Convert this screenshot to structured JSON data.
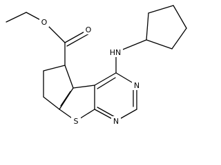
{
  "molecule": {
    "atoms": {
      "O_ether": "O",
      "O_carbonyl": "O",
      "NH": "HN",
      "N3": "N",
      "N1": "N",
      "S": "S"
    }
  }
}
